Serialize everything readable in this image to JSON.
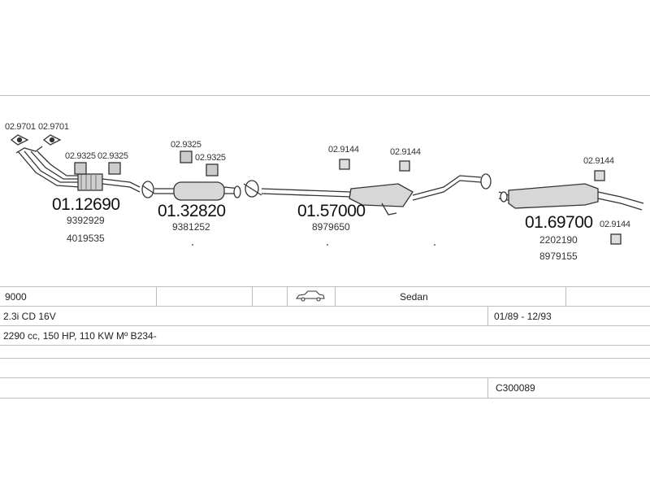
{
  "diagram": {
    "parts": [
      {
        "number": "01.12690",
        "oe": [
          "9392929",
          "4019535"
        ]
      },
      {
        "number": "01.32820",
        "oe": [
          "9381252"
        ]
      },
      {
        "number": "01.57000",
        "oe": [
          "8979650"
        ]
      },
      {
        "number": "01.69700",
        "oe": [
          "2202190",
          "8979155"
        ]
      }
    ],
    "fittings": {
      "gasket_a": "02.9701",
      "gasket_b": "02.9701",
      "clamp_1": "02.9325",
      "clamp_2": "02.9325",
      "clamp_3": "02.9325",
      "clamp_4": "02.9325",
      "hanger_1": "02.9144",
      "hanger_2": "02.9144",
      "hanger_3": "02.9144",
      "hanger_4": "02.9144"
    }
  },
  "vehicle": {
    "model": "9000",
    "body_type": "Sedan",
    "engine": "2.3i CD 16V",
    "production_period": "01/89 - 12/93",
    "specs": "2290 cc, 150 HP, 110 KW Mº B234-",
    "catalog_code": "C300089"
  },
  "icons": {
    "vehicle": "sedan-car-icon"
  }
}
